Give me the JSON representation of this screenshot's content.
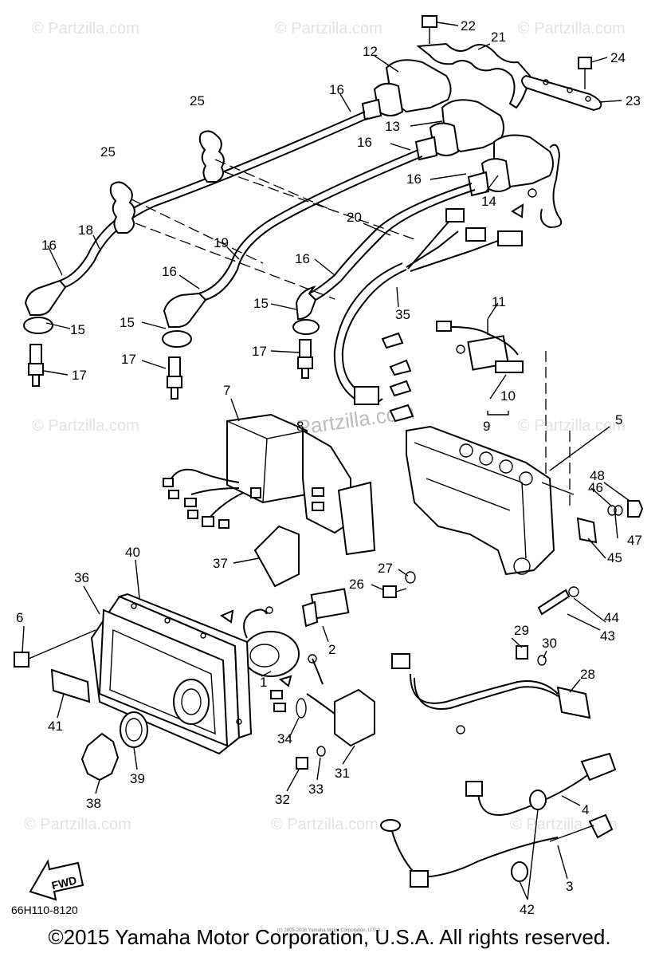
{
  "watermark": "© Partzilla.com",
  "center_watermark": "©Partzilla.com",
  "callouts": [
    "1",
    "2",
    "3",
    "4",
    "5",
    "6",
    "7",
    "8",
    "9",
    "10",
    "11",
    "12",
    "13",
    "14",
    "15",
    "15",
    "15",
    "15",
    "16",
    "16",
    "16",
    "16",
    "16",
    "16",
    "16",
    "17",
    "17",
    "17",
    "18",
    "19",
    "20",
    "21",
    "22",
    "23",
    "24",
    "25",
    "25",
    "26",
    "27",
    "28",
    "29",
    "30",
    "31",
    "32",
    "33",
    "34",
    "35",
    "36",
    "37",
    "38",
    "39",
    "40",
    "41",
    "42",
    "43",
    "44",
    "45",
    "46",
    "47",
    "48"
  ],
  "fwd_label": "FWD",
  "drawing_code": "66H110-8120",
  "small_print": "(c) 2005-2016 Yamaha Motor Corporation, U.S.A.",
  "copyright": "©2015 Yamaha Motor Corporation, U.S.A. All rights reserved."
}
